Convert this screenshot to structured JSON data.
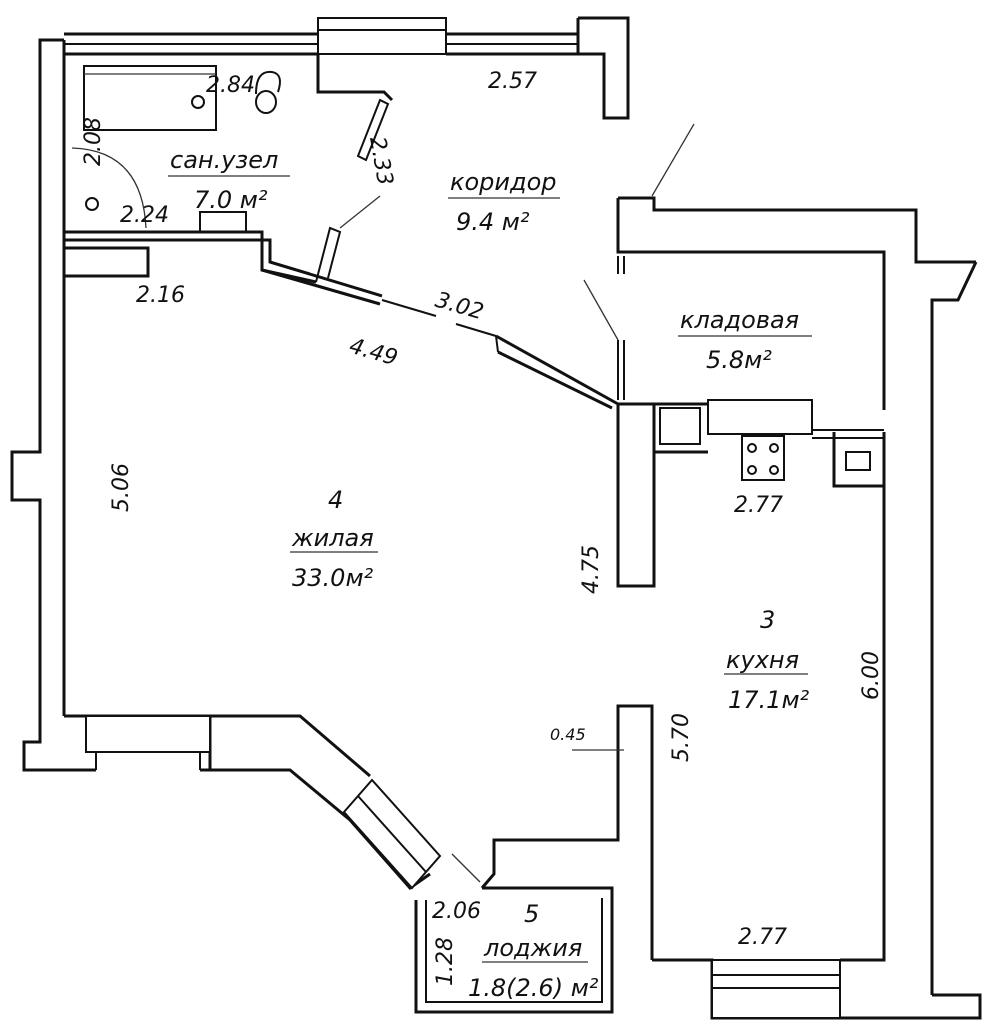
{
  "plan": {
    "rooms": [
      {
        "key": "bath",
        "name": "сан.узел",
        "area": "7.0 м²"
      },
      {
        "key": "corridor",
        "name": "коридор",
        "area": "9.4 м²"
      },
      {
        "key": "storage",
        "name": "кладовая",
        "area": "5.8м²"
      },
      {
        "key": "living",
        "number": "4",
        "name": "жилая",
        "area": "33.0м²"
      },
      {
        "key": "kitchen",
        "number": "3",
        "name": "кухня",
        "area": "17.1м²"
      },
      {
        "key": "loggia",
        "number": "5",
        "name": "лоджия",
        "area": "1.8(2.6) м²"
      }
    ],
    "dimensions": [
      {
        "key": "bath_top",
        "value": "2.84"
      },
      {
        "key": "bath_left",
        "value": "2.08"
      },
      {
        "key": "bath_bottom",
        "value": "2.24"
      },
      {
        "key": "bath_right",
        "value": "2.33"
      },
      {
        "key": "corridor_top",
        "value": "2.57"
      },
      {
        "key": "corridor_diag",
        "value": "3.02"
      },
      {
        "key": "living_top_left",
        "value": "2.16"
      },
      {
        "key": "living_diag",
        "value": "4.49"
      },
      {
        "key": "living_left",
        "value": "5.06"
      },
      {
        "key": "living_right",
        "value": "4.75"
      },
      {
        "key": "kitchen_top",
        "value": "2.77"
      },
      {
        "key": "kitchen_right",
        "value": "6.00"
      },
      {
        "key": "kitchen_left",
        "value": "5.70"
      },
      {
        "key": "kitchen_bottom",
        "value": "2.77"
      },
      {
        "key": "pier",
        "value": "0.45"
      },
      {
        "key": "loggia_top",
        "value": "2.06"
      },
      {
        "key": "loggia_left",
        "value": "1.28"
      }
    ]
  }
}
